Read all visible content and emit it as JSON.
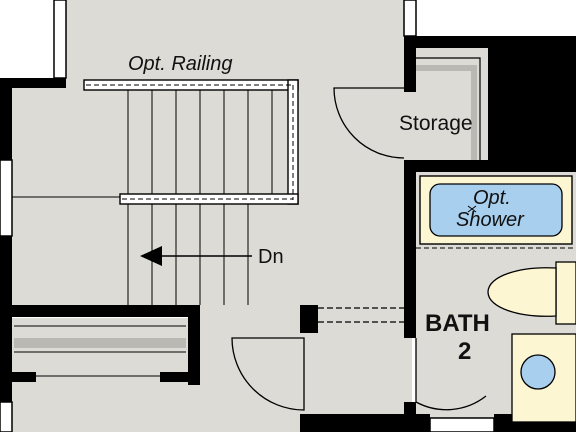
{
  "plan": {
    "labels": {
      "railing": "Opt. Railing",
      "storage": "Storage",
      "shower_line1": "Opt.",
      "shower_line2": "Shower",
      "stairs_direction": "Dn",
      "room_line1": "BATH",
      "room_line2": "2"
    },
    "colors": {
      "floor": "#dcdbd6",
      "wall": "#000000",
      "shower": "#a8cfee",
      "fixture": "#fdf6d3",
      "background": "#ffffff"
    }
  }
}
